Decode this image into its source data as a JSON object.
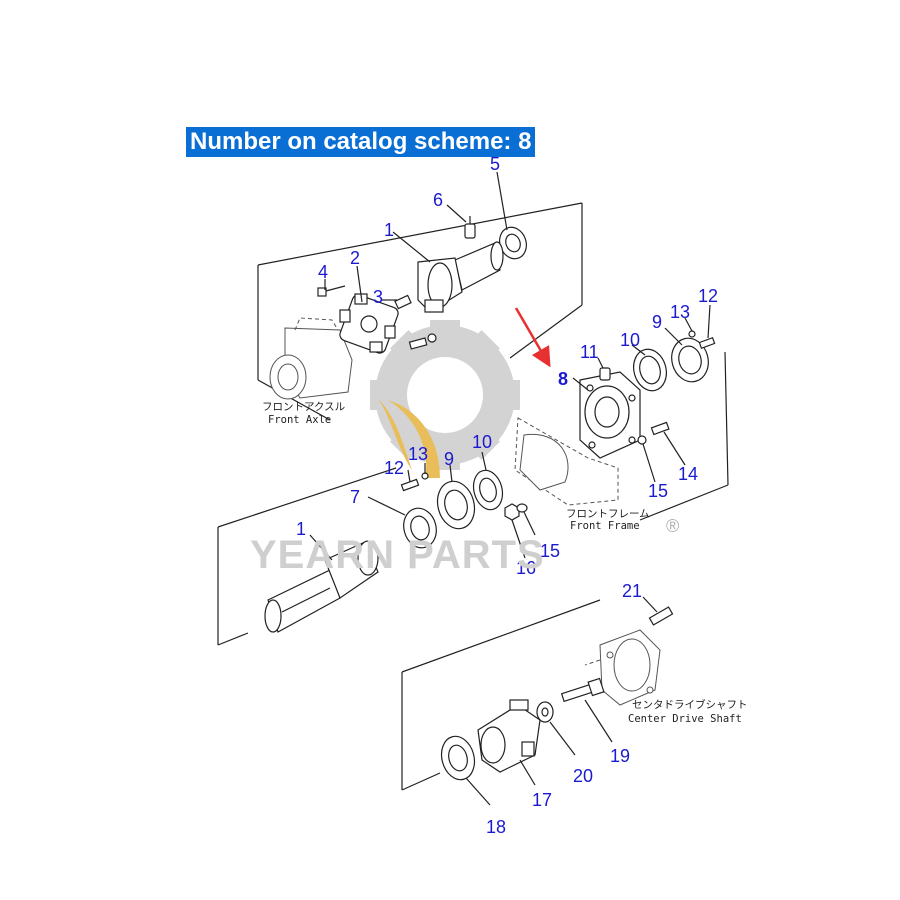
{
  "banner": {
    "text": "Number on catalog scheme: 8"
  },
  "watermark": {
    "text": "YEARN PARTS",
    "mark": "®",
    "brand_color": "#e8b64a",
    "gear_color": "#cfcfcf"
  },
  "highlight_color": "#0a6fd4",
  "arrow_color": "#e83030",
  "callout_color": "#1a1ad0",
  "captions": {
    "front_axle_jp": "フロントアクスル",
    "front_axle_en": "Front Axle",
    "front_frame_jp": "フロントフレーム",
    "front_frame_en": "Front Frame",
    "center_drive_jp": "センタドライブシャフト",
    "center_drive_en": "Center Drive Shaft"
  },
  "callouts": {
    "top_5": "5",
    "top_6": "6",
    "top_1": "1",
    "top_4": "4",
    "top_2": "2",
    "top_3": "3",
    "right_12": "12",
    "right_13": "13",
    "right_9": "9",
    "right_10": "10",
    "right_11": "11",
    "right_8": "8",
    "right_14": "14",
    "right_15": "15",
    "mid_13": "13",
    "mid_12": "12",
    "mid_9": "9",
    "mid_10": "10",
    "mid_7": "7",
    "mid_1": "1",
    "mid_15": "15",
    "mid_16": "16",
    "bot_21": "21",
    "bot_19": "19",
    "bot_20": "20",
    "bot_17": "17",
    "bot_18": "18"
  }
}
